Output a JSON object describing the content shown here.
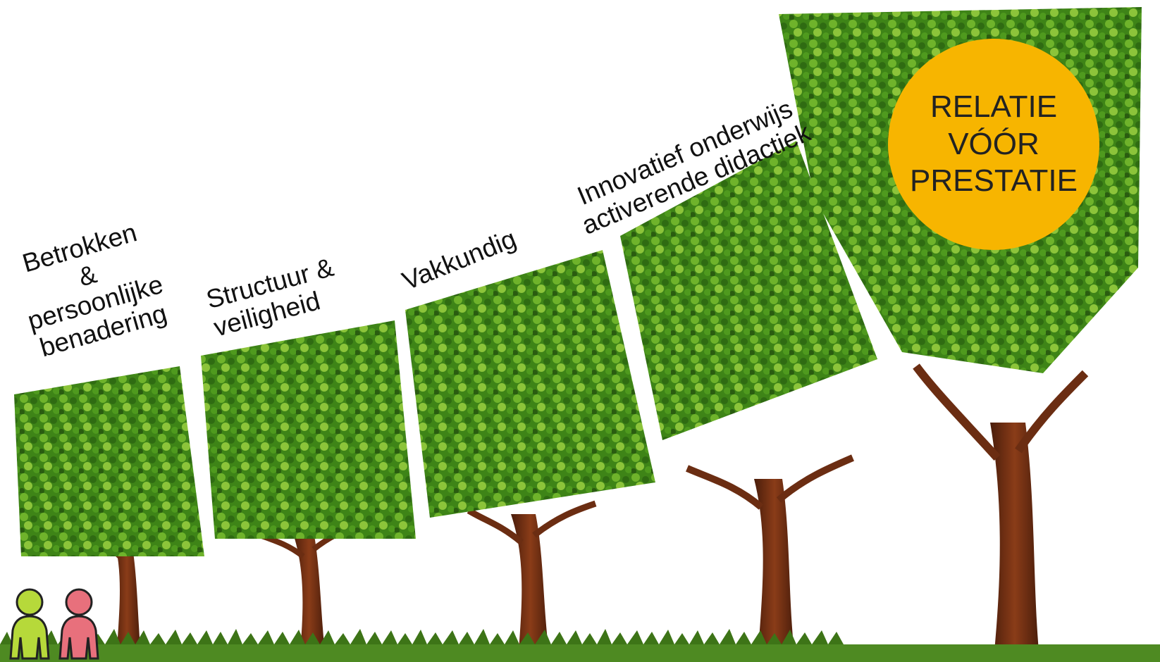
{
  "labels": {
    "stage1": [
      "Betrokken",
      "&",
      "persoonlijke",
      "benadering"
    ],
    "stage2": [
      "Structuur &",
      "veiligheid"
    ],
    "stage3": [
      "Vakkundig"
    ],
    "stage4": [
      "Innovatief onderwijs",
      "activerende didactiek"
    ]
  },
  "badge": {
    "lines": [
      "RELATIE",
      "VÓÓR",
      "PRESTATIE"
    ],
    "color": "#F7B500"
  },
  "colors": {
    "foliage_dark": "#2f6b12",
    "foliage_mid": "#4f9a1e",
    "foliage_light": "#8cc43a",
    "trunk": "#6b2d12",
    "grass": "#4e8a22",
    "person_left": "#b6d93a",
    "person_right": "#e8707c"
  },
  "icons": [
    "tree-icon",
    "people-logo-icon"
  ]
}
